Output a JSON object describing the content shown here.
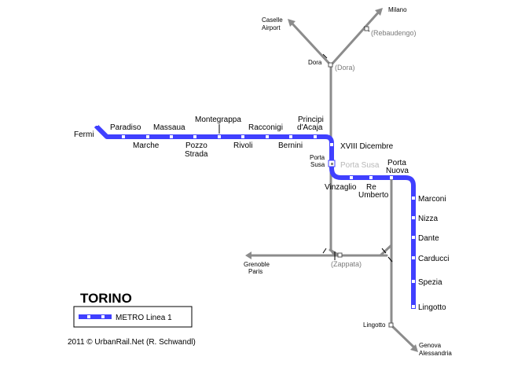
{
  "title": "TORINO",
  "legend": {
    "label": "METRO Linea 1"
  },
  "credit": "2011 © UrbanRail.Net (R. Schwandl)",
  "colors": {
    "metro": "#4040ff",
    "rail": "#8c8c8c",
    "station_fill": "#ffffff"
  },
  "stations": {
    "fermi": "Fermi",
    "paradiso": "Paradiso",
    "marche": "Marche",
    "massaua": "Massaua",
    "pozzo_strada_1": "Pozzo",
    "pozzo_strada_2": "Strada",
    "montegrappa": "Montegrappa",
    "rivoli": "Rivoli",
    "racconigi": "Racconigi",
    "bernini": "Bernini",
    "principi_1": "Principi",
    "principi_2": "d'Acaja",
    "xviii_dicembre": "XVIII Dicembre",
    "porta_susa_metro": "Porta Susa",
    "vinzaglio": "Vinzaglio",
    "re_umberto_1": "Re",
    "re_umberto_2": "Umberto",
    "porta_nuova_1": "Porta",
    "porta_nuova_2": "Nuova",
    "marconi": "Marconi",
    "nizza": "Nizza",
    "dante": "Dante",
    "carducci": "Carducci",
    "spezia": "Spezia",
    "lingotto": "Lingotto"
  },
  "rail_labels": {
    "caselle_1": "Caselle",
    "caselle_2": "Airport",
    "milano": "Milano",
    "rebaudengo": "(Rebaudengo)",
    "dora": "Dora",
    "dora_paren": "(Dora)",
    "porta_susa_1": "Porta",
    "porta_susa_2": "Susa",
    "grenoble_1": "Grenoble",
    "grenoble_2": "Paris",
    "zappata": "(Zappata)",
    "lingotto_fs": "Lingotto",
    "genova_1": "Genova",
    "genova_2": "Alessandria"
  }
}
